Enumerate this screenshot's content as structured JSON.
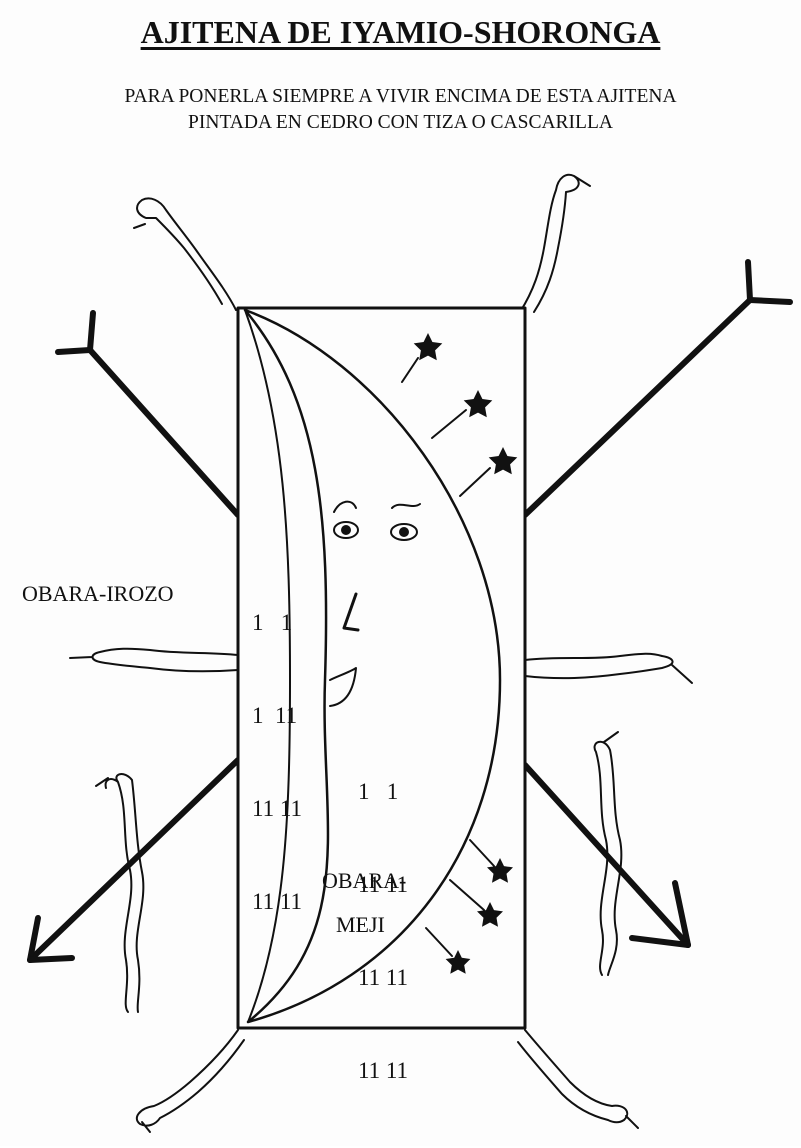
{
  "title": "AJITENA DE IYAMIO-SHORONGA",
  "subtitle_line1": "PARA PONERLA SIEMPRE A VIVIR ENCIMA DE ESTA AJITENA",
  "subtitle_line2": "PINTADA EN CEDRO CON TIZA O CASCARILLA",
  "labels": {
    "left_sign": "OBARA-IROZO",
    "right_sign_line1": "OBARA-",
    "right_sign_line2": "MEJI"
  },
  "odu_left": [
    "1   1",
    "1  11",
    "11 11",
    "11 11"
  ],
  "odu_right": [
    "1   1",
    "11 11",
    "11 11",
    "11 11"
  ],
  "colors": {
    "ink": "#111111",
    "paper": "#fdfdfd"
  }
}
